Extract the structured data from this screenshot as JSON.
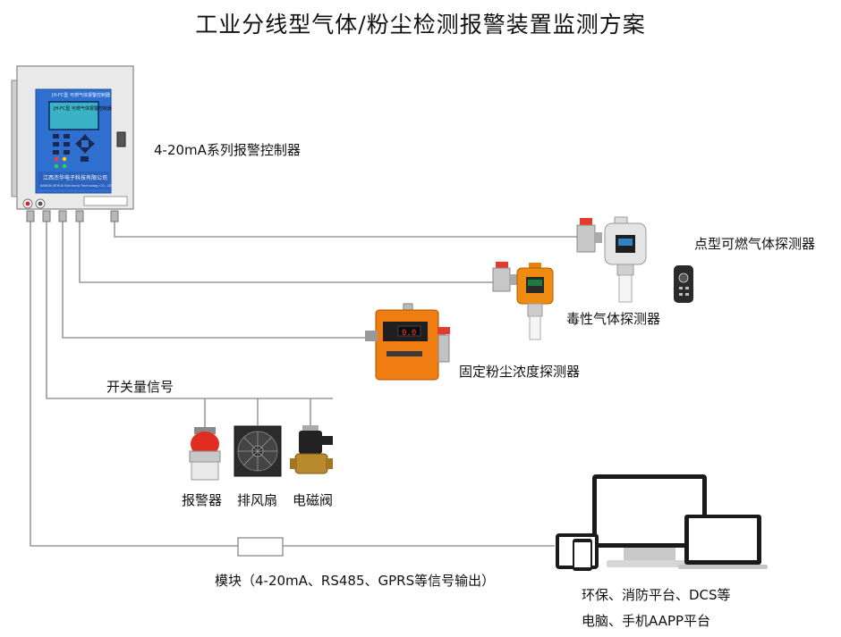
{
  "title": "工业分线型气体/粉尘检测报警装置监测方案",
  "controller": {
    "label": "4-20mA系列报警控制器",
    "panel_top_text": "JH-FC型 可燃气体报警控制器",
    "screen_text": "JH-FC型 可燃气体报警控制器",
    "brand_cn": "江西杰华电子科技有限公司",
    "brand_en": "JIANGXI JIEHUA Electronic Technology CO., LTD"
  },
  "detectors": {
    "combustible": "点型可燃气体探测器",
    "toxic": "毒性气体探测器",
    "dust": "固定粉尘浓度探测器",
    "dust_display": "0.0"
  },
  "switch_signal": {
    "label": "开关量信号",
    "devices": [
      "报警器",
      "排风扇",
      "电磁阀"
    ]
  },
  "module": {
    "label": "模块（4-20mA、RS485、GPRS等信号输出）"
  },
  "platform": {
    "line1": "环保、消防平台、DCS等",
    "line2": "电脑、手机AAPP平台"
  }
}
